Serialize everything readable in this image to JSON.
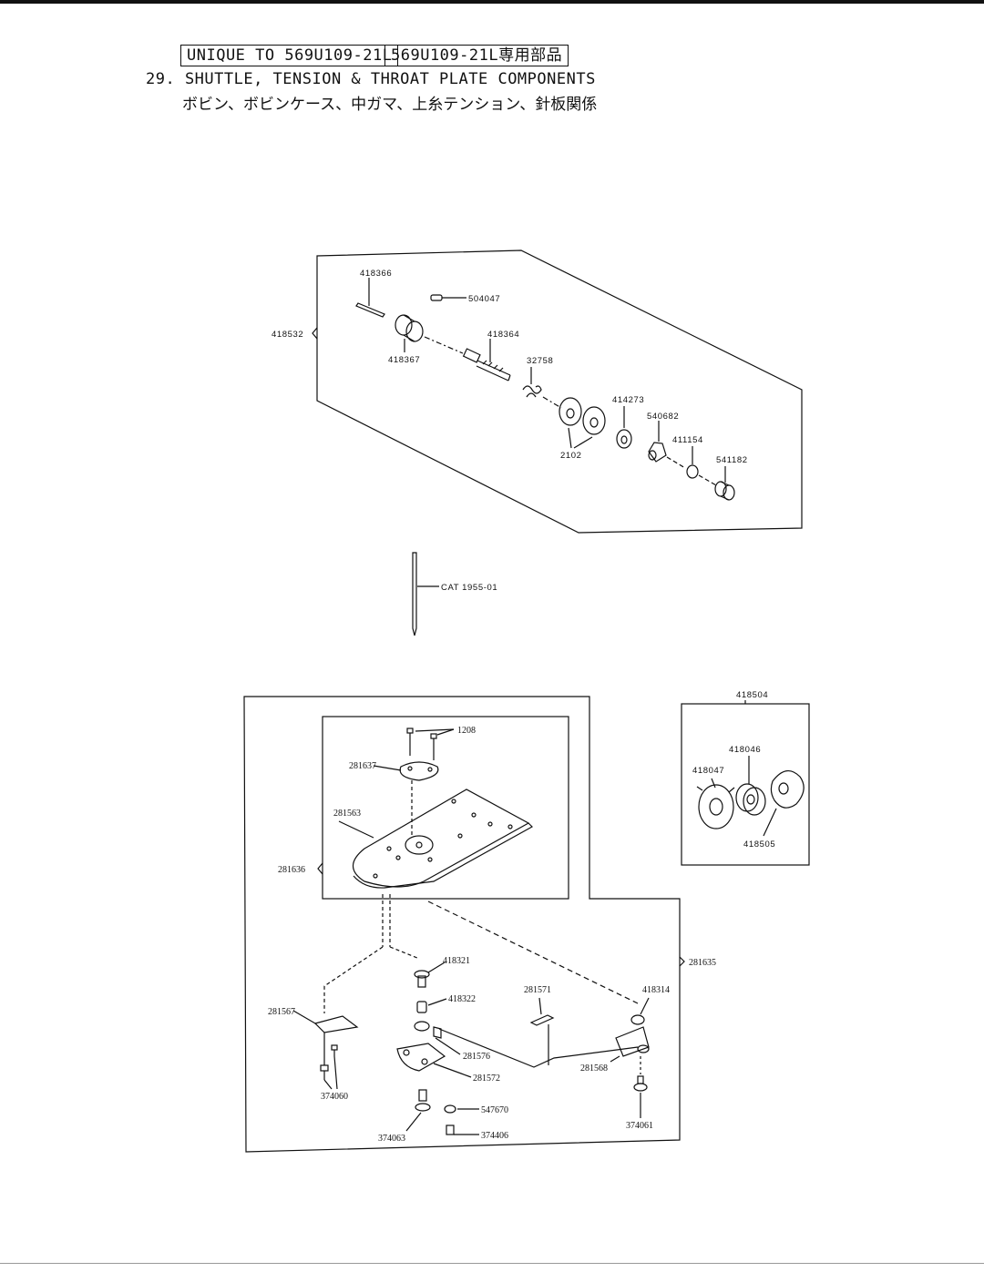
{
  "header": {
    "badge_en": "UNIQUE TO 569U109-21L",
    "badge_jp": "569U109-21L専用部品",
    "title_en": "29. SHUTTLE, TENSION & THROAT PLATE COMPONENTS",
    "title_jp": "ボビン、ボビンケース、中ガマ、上糸テンション、針板関係"
  },
  "tension_assembly": {
    "group": "418532",
    "parts": {
      "p418366": "418366",
      "p504047": "504047",
      "p418367": "418367",
      "p418364": "418364",
      "p32758": "32758",
      "p414273": "414273",
      "p2102": "2102",
      "p540682": "540682",
      "p411154": "411154",
      "p541182": "541182"
    }
  },
  "needle": {
    "label": "CAT 1955-01"
  },
  "shuttle_assembly": {
    "group": "418504",
    "parts": {
      "p418046": "418046",
      "p418047": "418047",
      "p418505": "418505"
    }
  },
  "throat_plate_assembly": {
    "outer_group": "281635",
    "inner_group": "281636",
    "parts": {
      "p1208": "1208",
      "p281637": "281637",
      "p281563": "281563",
      "p418321": "418321",
      "p418322": "418322",
      "p281571": "281571",
      "p418314": "418314",
      "p281567": "281567",
      "p281576": "281576",
      "p281572": "281572",
      "p281568": "281568",
      "p374060": "374060",
      "p547670": "547670",
      "p374063": "374063",
      "p374406": "374406",
      "p374061": "374061"
    }
  }
}
